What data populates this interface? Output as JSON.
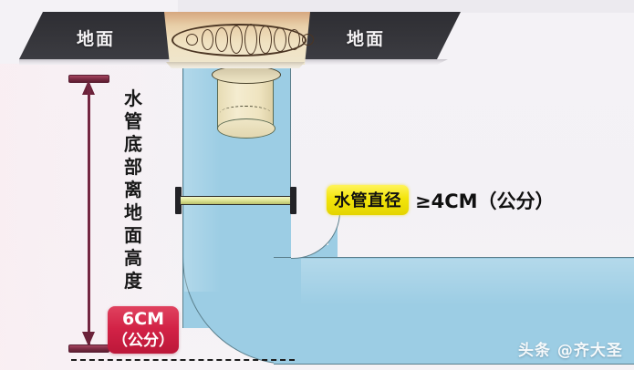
{
  "diagram": {
    "title": "floor-drain-pipe-installation-diagram",
    "background_color": "#f3f1f5"
  },
  "ground": {
    "label_left": "地面",
    "label_right": "地面",
    "slab_color": "#343439"
  },
  "drain": {
    "plate_color": "#eadcb8",
    "grate_slot_count": 7,
    "body_color": "#efe6c6"
  },
  "pipe": {
    "color": "#9ccde4",
    "outline_color": "#5b7f8c"
  },
  "height_measure": {
    "vertical_label": "水\n管\n底\n部\n离\n地\n面\n高\n度",
    "badge_line1": "6CM",
    "badge_line2": "（公分）",
    "badge_color": "#d22246",
    "arrow_color": "#6b2239"
  },
  "diameter_measure": {
    "badge_label": "水管直径",
    "badge_color": "#f3e50b",
    "value": "≥4CM（公分）",
    "bar_color": "#e2e89a"
  },
  "watermark": {
    "text": "头条 @齐大圣"
  }
}
